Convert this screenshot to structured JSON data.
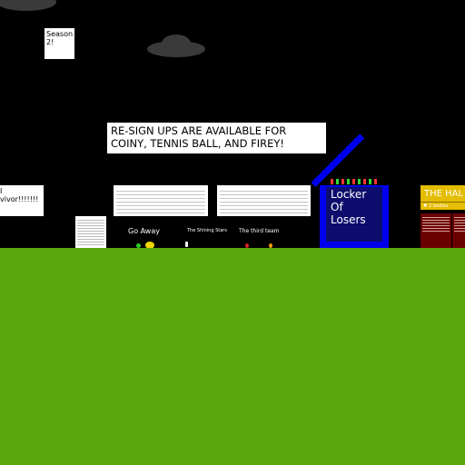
{
  "scene": {
    "colors": {
      "sky": "#000000",
      "ground": "#59a80f",
      "cloud": "#3a3a3a",
      "locker": "#0000ee",
      "hall_sign": "#e4bd00",
      "hall_card": "#6b0000"
    }
  },
  "season_sign": {
    "text": "Season 2!"
  },
  "announcement": {
    "text": "RE-SIGN UPS ARE AVAILABLE FOR COINY, TENNIS BALL, AND FIREY!"
  },
  "left_sign": {
    "line1": "I",
    "line2": "vivor!!!!!!!"
  },
  "locker": {
    "line1": "Locker",
    "line2": "Of",
    "line3": "Losers"
  },
  "hall": {
    "title": "THE HAL",
    "bar": "♥ 2 bodies"
  },
  "stage_labels": {
    "go_away": "Go Away",
    "shining_stars": "The Shining Stars",
    "third_team": "The third team"
  }
}
